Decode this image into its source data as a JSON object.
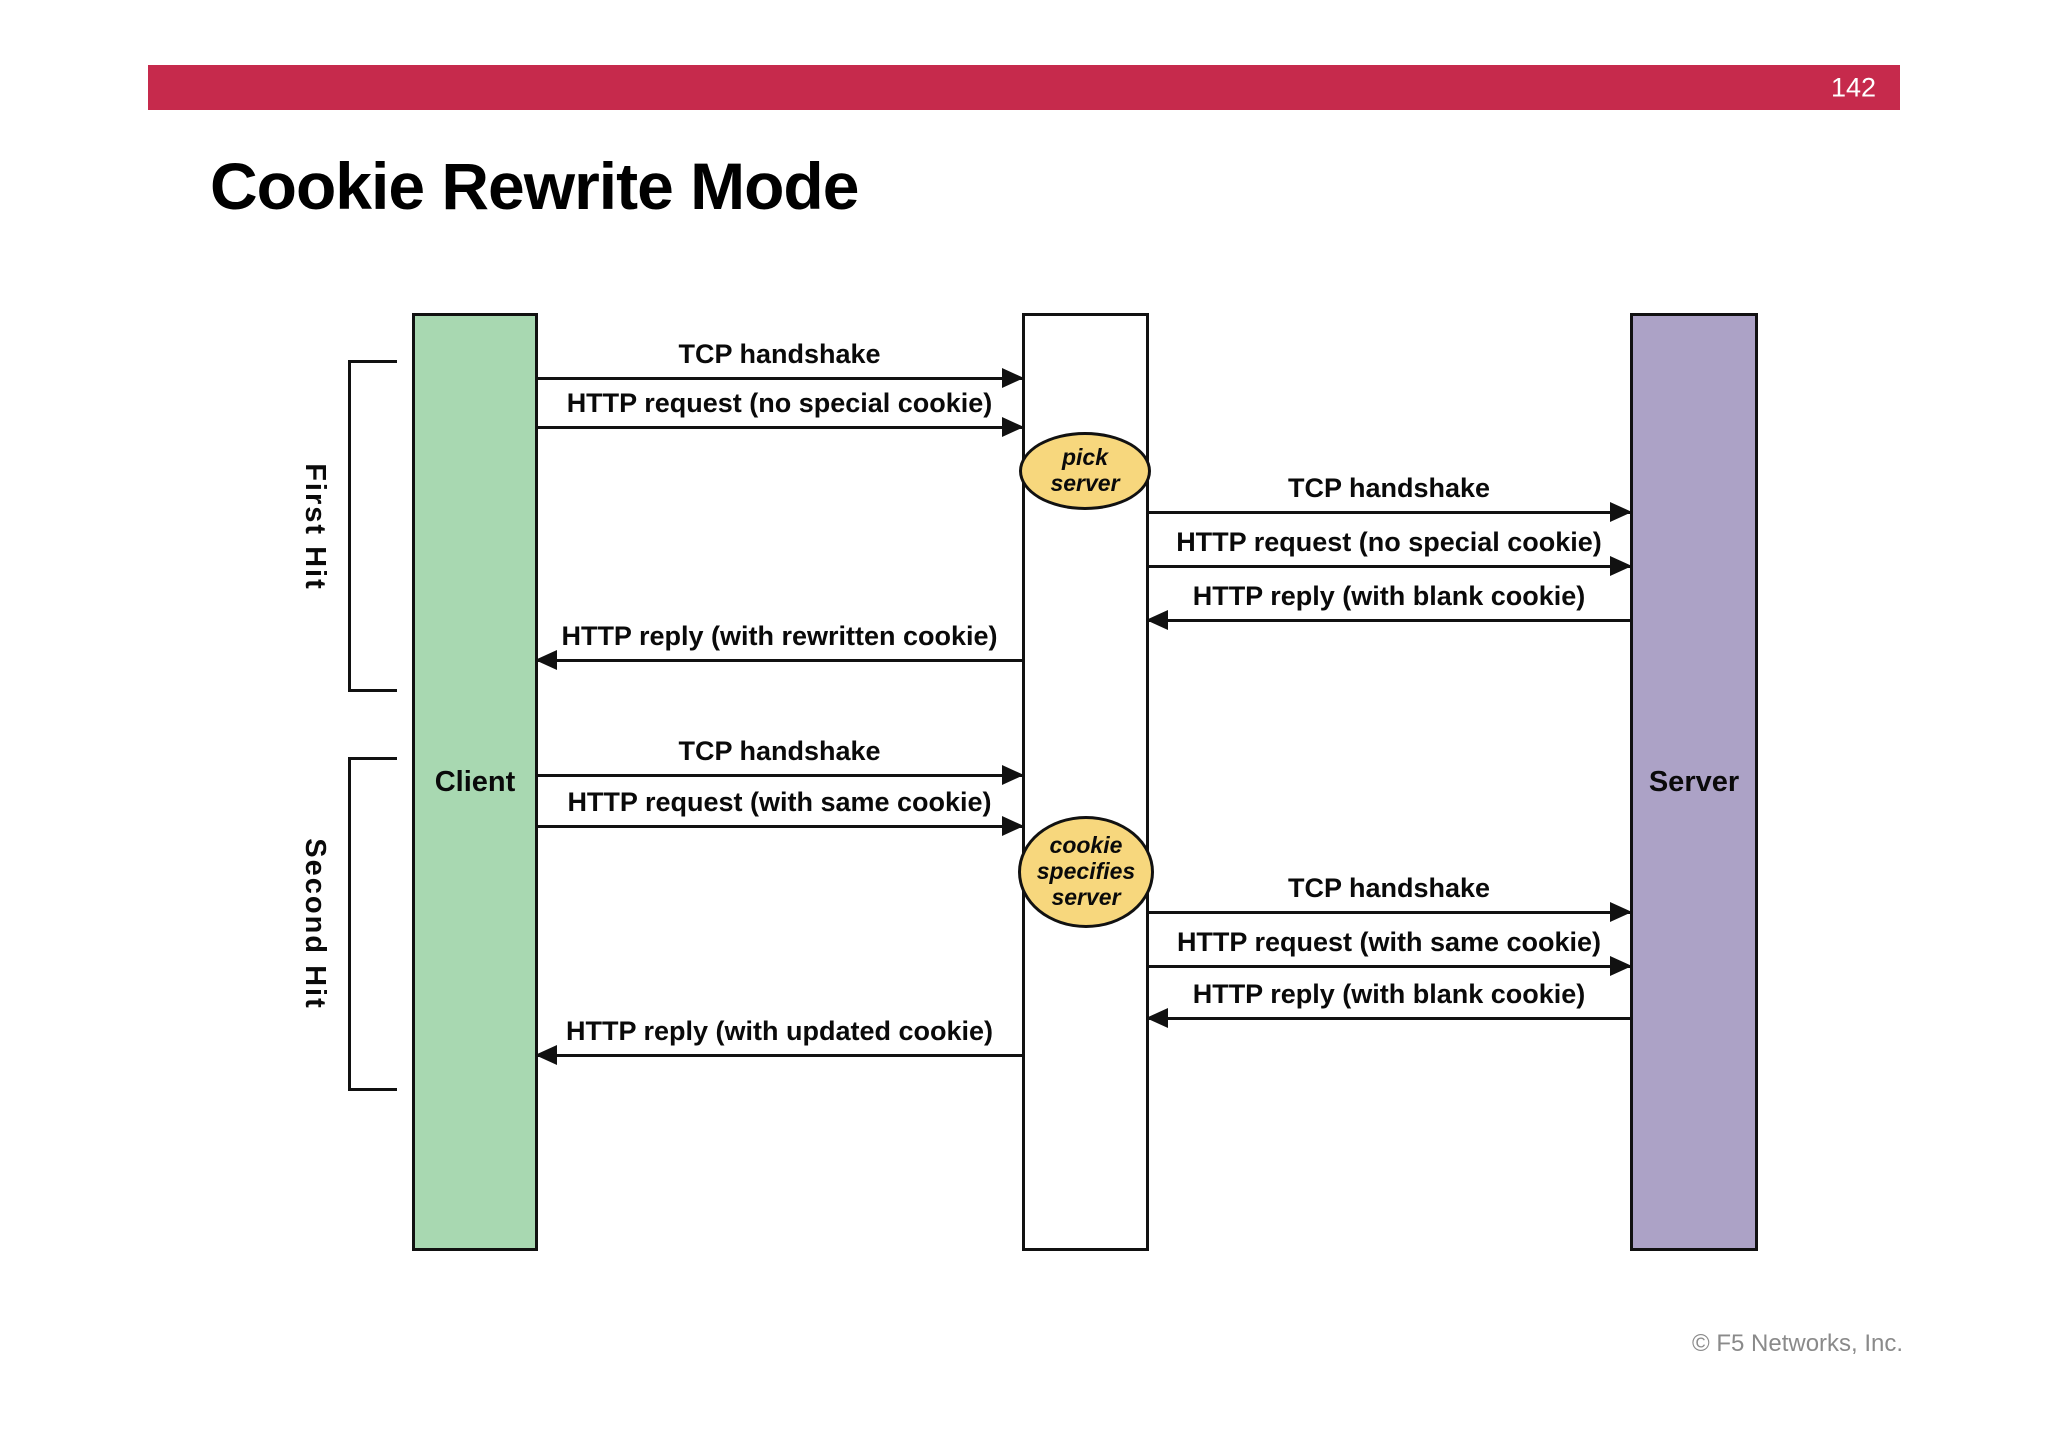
{
  "page": {
    "number": "142",
    "title": "Cookie Rewrite Mode",
    "footer": "© F5 Networks, Inc."
  },
  "colors": {
    "header_bar": "#C62A4C",
    "client_fill": "#A8D8B1",
    "server_fill": "#ACA2C6",
    "lb_fill": "#FFFFFF",
    "node_fill": "#F7D77D",
    "line": "#111111"
  },
  "diagram": {
    "actors": {
      "client_label": "Client",
      "server_label": "Server"
    },
    "phases": [
      {
        "label": "First Hit"
      },
      {
        "label": "Second Hit"
      }
    ],
    "nodes": [
      {
        "label": "pick\nserver"
      },
      {
        "label": "cookie\nspecifies\nserver"
      }
    ],
    "messages": [
      {
        "label": "TCP handshake",
        "from": "client",
        "to": "load-balancer"
      },
      {
        "label": "HTTP request (no special cookie)",
        "from": "client",
        "to": "load-balancer"
      },
      {
        "label": "TCP handshake",
        "from": "load-balancer",
        "to": "server"
      },
      {
        "label": "HTTP request (no special cookie)",
        "from": "load-balancer",
        "to": "server"
      },
      {
        "label": "HTTP reply (with blank cookie)",
        "from": "server",
        "to": "load-balancer"
      },
      {
        "label": "HTTP reply (with rewritten cookie)",
        "from": "load-balancer",
        "to": "client"
      },
      {
        "label": "TCP handshake",
        "from": "client",
        "to": "load-balancer"
      },
      {
        "label": "HTTP request (with same cookie)",
        "from": "client",
        "to": "load-balancer"
      },
      {
        "label": "TCP handshake",
        "from": "load-balancer",
        "to": "server"
      },
      {
        "label": "HTTP request (with same cookie)",
        "from": "load-balancer",
        "to": "server"
      },
      {
        "label": "HTTP reply (with blank cookie)",
        "from": "server",
        "to": "load-balancer"
      },
      {
        "label": "HTTP reply (with updated cookie)",
        "from": "load-balancer",
        "to": "client"
      }
    ]
  }
}
